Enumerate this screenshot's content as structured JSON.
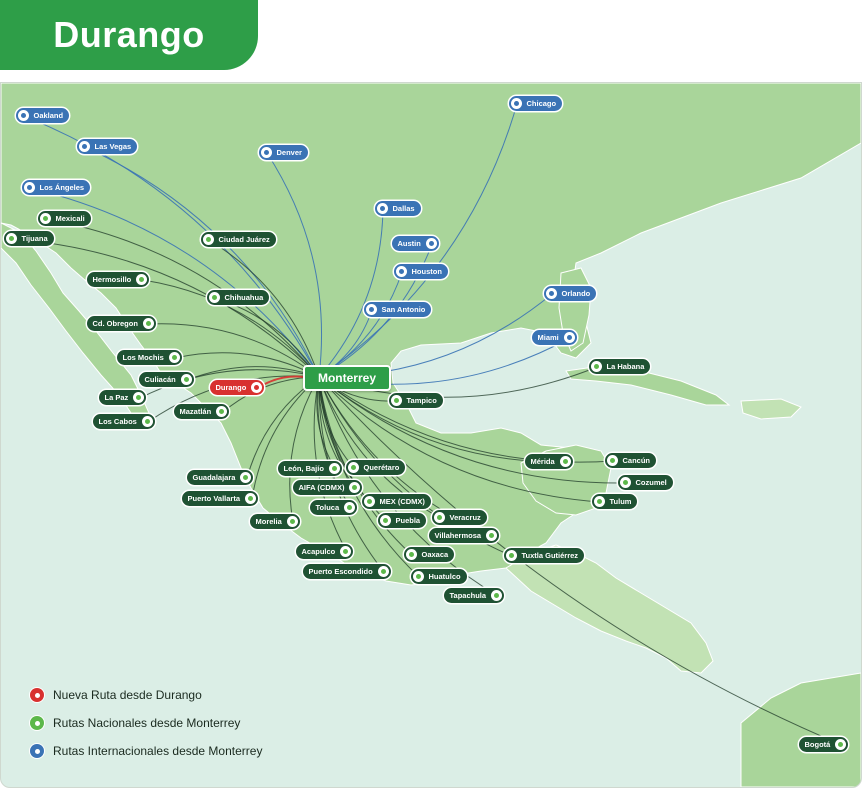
{
  "title": "Durango",
  "hub": "Monterrey",
  "colors": {
    "brand_green": "#2e9e48",
    "national_pill": "#1f5233",
    "national_dot": "#5cb84a",
    "international": "#3a73b5",
    "new_route": "#d8312f",
    "land": "#a9d59a",
    "land_secondary": "#c2e2b4",
    "water": "#dbeee6"
  },
  "legend": [
    {
      "label": "Nueva Ruta desde Durango",
      "type": "red"
    },
    {
      "label": "Rutas Nacionales desde Monterrey",
      "type": "green"
    },
    {
      "label": "Rutas Internacionales desde Monterrey",
      "type": "blue"
    }
  ],
  "new_route": {
    "label": "Durango",
    "type": "red"
  },
  "international_destinations": [
    "Oakland",
    "Las Vegas",
    "Los Ángeles",
    "Denver",
    "Chicago",
    "Dallas",
    "Austin",
    "Houston",
    "San Antonio",
    "Orlando",
    "Miami"
  ],
  "national_destinations": [
    "Mexicali",
    "Tijuana",
    "Ciudad Juárez",
    "Hermosillo",
    "Chihuahua",
    "Cd. Obregon",
    "Los Mochis",
    "Culiacán",
    "La Paz",
    "Mazatlán",
    "Los Cabos",
    "Tampico",
    "La Habana",
    "Guadalajara",
    "Puerto Vallarta",
    "León, Bajío",
    "Querétaro",
    "AIFA (CDMX)",
    "MEX (CDMX)",
    "Toluca",
    "Morelia",
    "Puebla",
    "Veracruz",
    "Villahermosa",
    "Mérida",
    "Cancún",
    "Cozumel",
    "Tulum",
    "Acapulco",
    "Oaxaca",
    "Tuxtla Gutiérrez",
    "Puerto Escondido",
    "Huatulco",
    "Tapachula",
    "Bogotá"
  ]
}
